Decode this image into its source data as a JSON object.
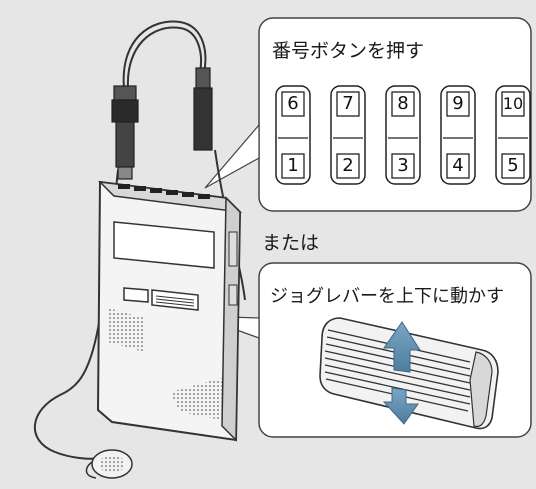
{
  "callout_top": {
    "title": "番号ボタンを押す",
    "buttons": [
      {
        "top": "6",
        "bottom": "1"
      },
      {
        "top": "7",
        "bottom": "2"
      },
      {
        "top": "8",
        "bottom": "3"
      },
      {
        "top": "9",
        "bottom": "4"
      },
      {
        "top": "10",
        "bottom": "5"
      }
    ]
  },
  "or_label": "または",
  "callout_bottom": {
    "title": "ジョグレバーを上下に動かす"
  },
  "colors": {
    "background": "#e6e6e6",
    "panel": "#ffffff",
    "outline": "#3a3a3a",
    "arrow": "#5f8fb0"
  }
}
